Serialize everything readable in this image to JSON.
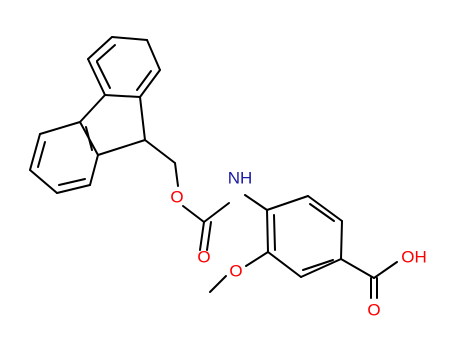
{
  "molecule": {
    "atom_labels": {
      "ester_oxygen": "O",
      "carbonyl_oxygen": "O",
      "amine": "NH",
      "methoxy_oxygen": "O",
      "acid_hydroxyl": "OH",
      "acid_carbonyl_oxygen": "O"
    }
  },
  "colors": {
    "bond": "#000000",
    "oxygen": "#ff0000",
    "nitrogen": "#1a1aa6"
  }
}
